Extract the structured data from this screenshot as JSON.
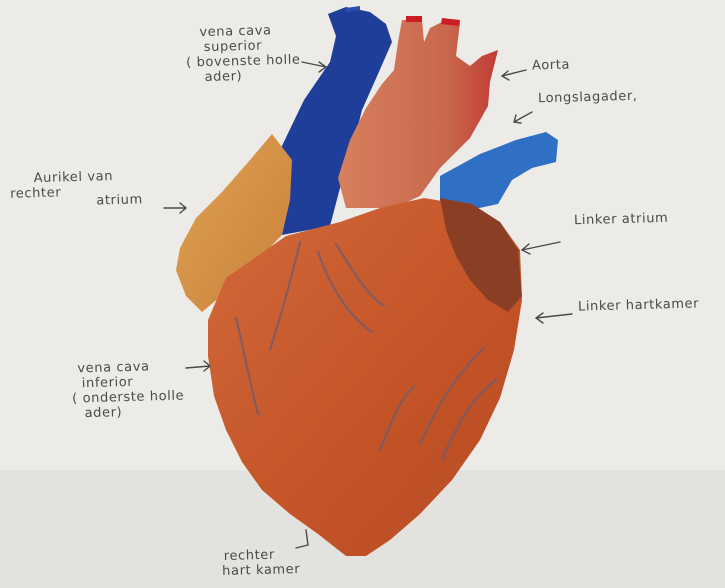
{
  "labels": {
    "vena_cava_superior": [
      "vena cava",
      "superior",
      "( bovenste holle",
      "ader)"
    ],
    "aorta": "Aorta",
    "longslagader": "Longslagader,",
    "aurikel": [
      "Aurikel van",
      "rechter",
      "atrium"
    ],
    "linker_atrium": "Linker atrium",
    "linker_hartkamer": "Linker hartkamer",
    "vena_cava_inferior": [
      "vena cava",
      "inferior",
      "( onderste holle",
      "ader)"
    ],
    "rechter_hartkamer": [
      "rechter",
      "hart kamer"
    ]
  },
  "colors": {
    "paper": "#ecebe8",
    "ventricle": "#c65a2c",
    "auricle": "#d79345",
    "vena_cava": "#1f3e99",
    "pulmonary_artery": "#2f6fc4",
    "aorta": "#c8664c",
    "left_atrium": "#8a3f24",
    "vessel_tips": "#cc1c24",
    "ink": "#4a4a4a"
  }
}
